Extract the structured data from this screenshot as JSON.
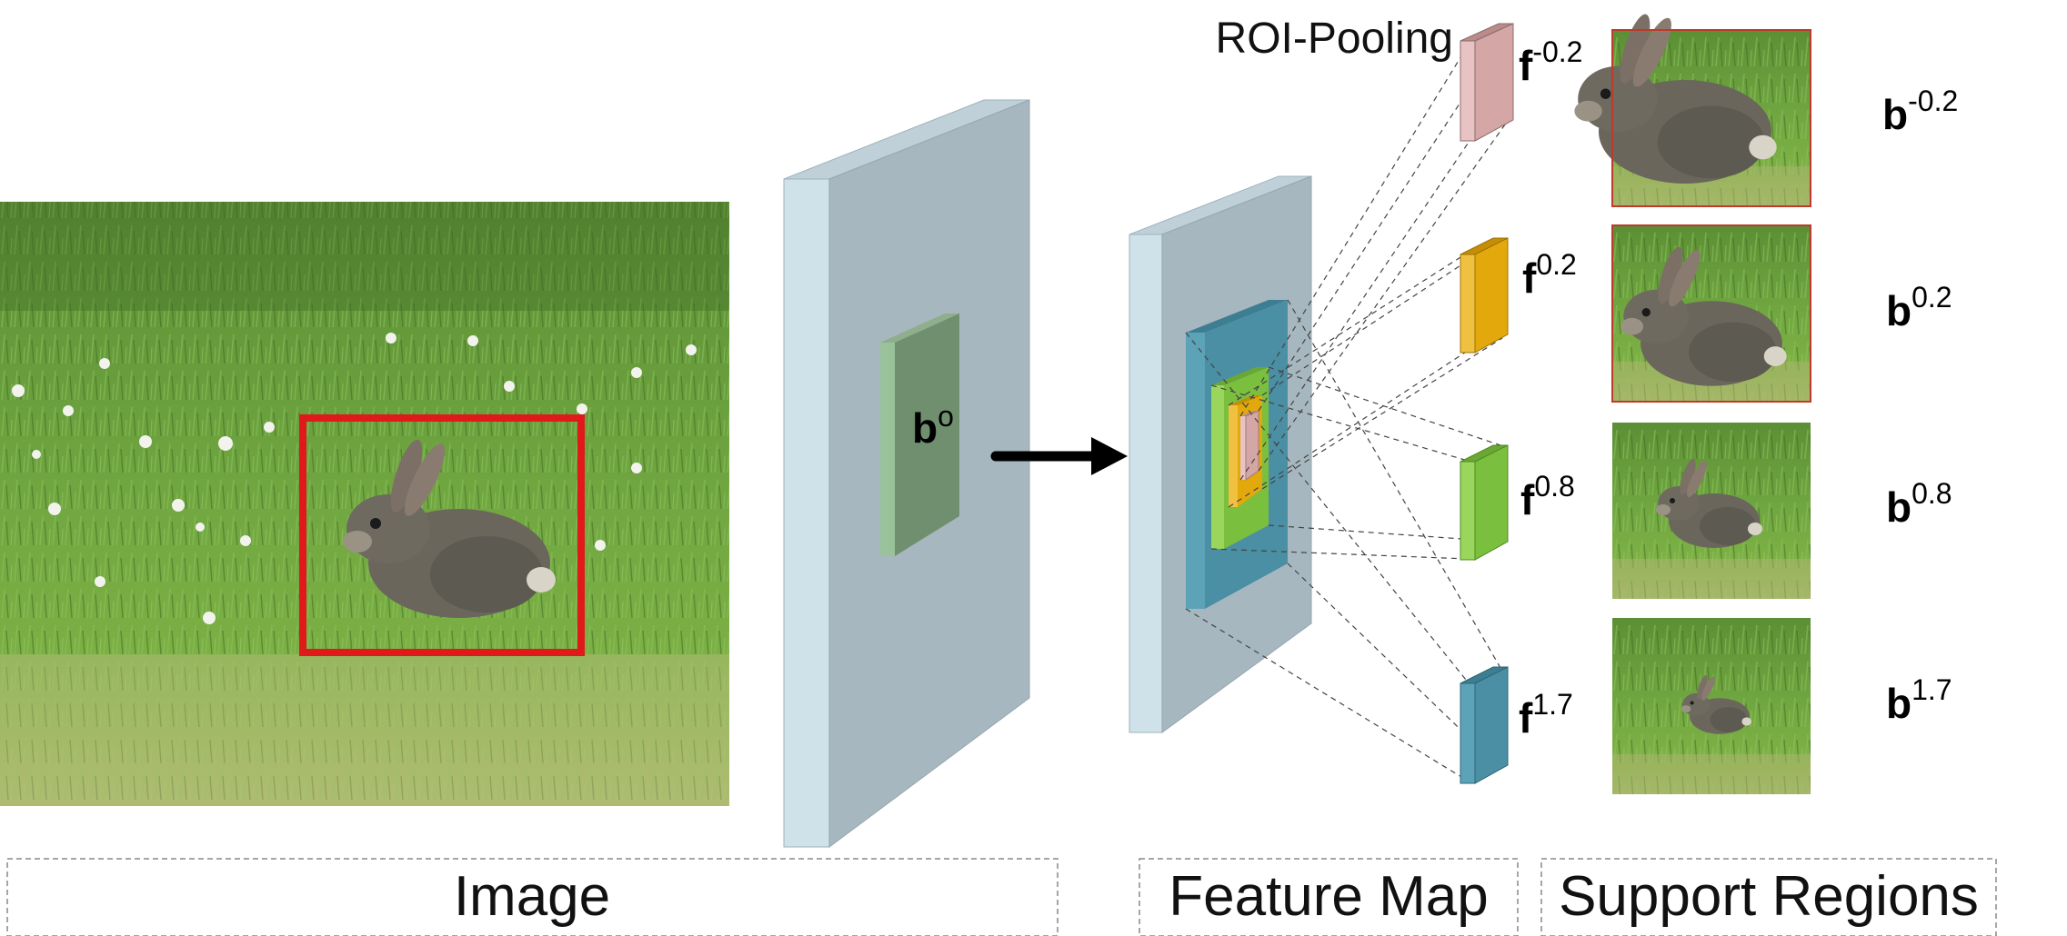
{
  "labels": {
    "image": "Image",
    "feature_map": "Feature Map",
    "support_regions": "Support Regions",
    "roi_pooling": "ROI-Pooling"
  },
  "box_label": {
    "base": "b",
    "sup": "o"
  },
  "features": [
    {
      "base": "f",
      "sup": "-0.2",
      "color": "#d4a6a6"
    },
    {
      "base": "f",
      "sup": "0.2",
      "color": "#e3a90c"
    },
    {
      "base": "f",
      "sup": "0.8",
      "color": "#7bbf3e"
    },
    {
      "base": "f",
      "sup": "1.7",
      "color": "#4a8fa3"
    }
  ],
  "regions": [
    {
      "base": "b",
      "sup": "-0.2"
    },
    {
      "base": "b",
      "sup": "0.2"
    },
    {
      "base": "b",
      "sup": "0.8"
    },
    {
      "base": "b",
      "sup": "1.7"
    }
  ],
  "colors": {
    "bbox": "#e01a1a",
    "layer_face": "#a7b7bf",
    "layer_side": "#cfe2ea",
    "layer_top": "#bfd0d8",
    "inner_box": "#6f8f6f",
    "grass": "#5f9a3a"
  }
}
